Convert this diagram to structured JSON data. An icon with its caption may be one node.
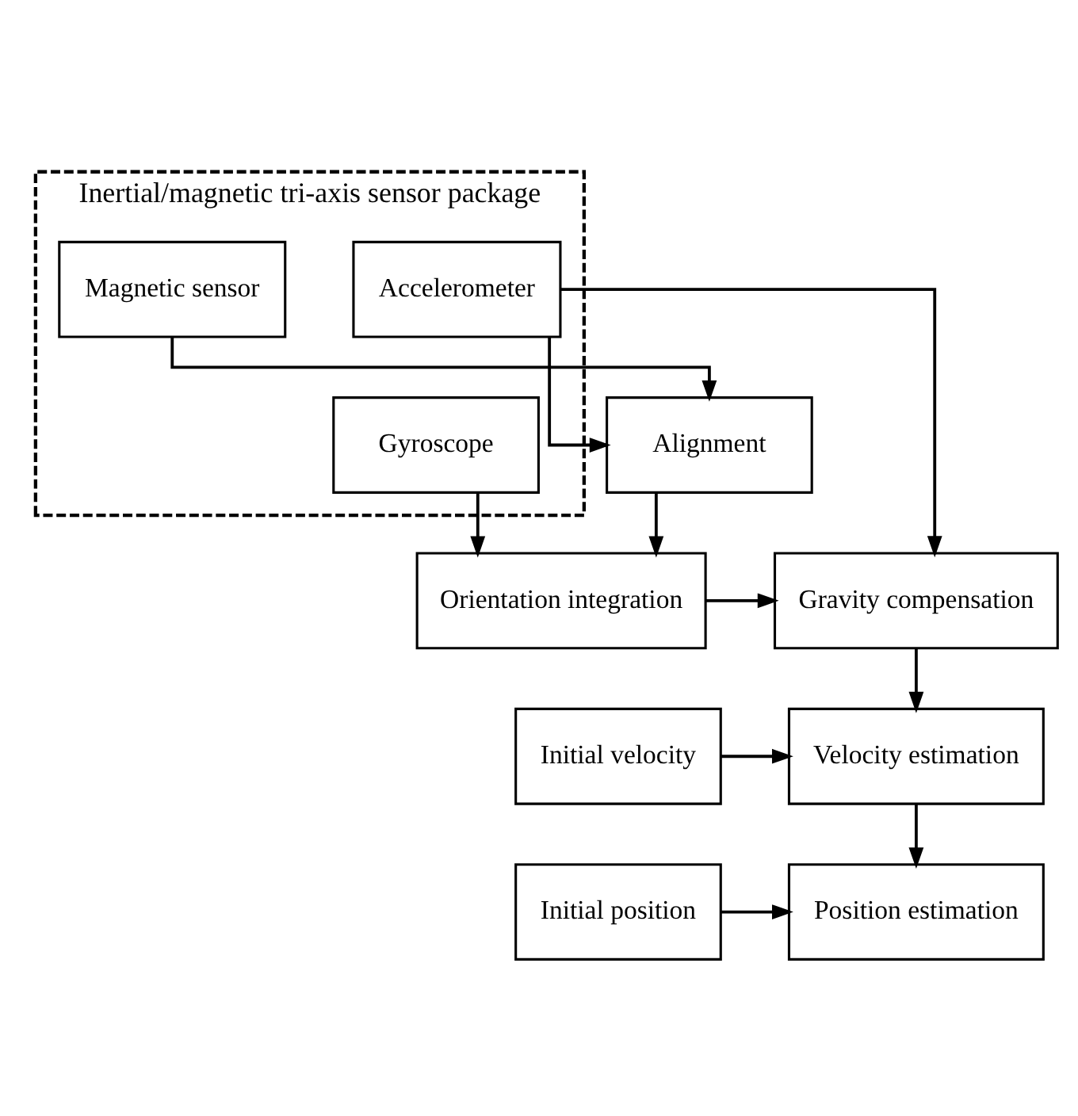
{
  "diagram": {
    "nodes": [
      {
        "text": [
          "Inertial/magnetic tri-axis sensor package"
        ]
      },
      {
        "text": [
          "Gyroscope"
        ],
        "in": 0
      },
      {
        "text": [
          "Magnetic sensor"
        ],
        "in": 0
      },
      {
        "text": [
          "Accelerometer"
        ],
        "in": 0
      },
      {
        "text": [
          "Alignment"
        ]
      },
      {
        "text": [
          "Orientation integration"
        ]
      },
      {
        "text": [
          "Gravity compensation"
        ]
      },
      {
        "text": [
          "Initial velocity"
        ]
      },
      {
        "text": [
          "Velocity estimation"
        ]
      },
      {
        "text": [
          "Initial position"
        ]
      },
      {
        "text": [
          "Position estimation"
        ]
      }
    ],
    "edges": [
      {
        "from": 2,
        "to": 4,
        "arrow": "to"
      },
      {
        "from": 3,
        "to": 4,
        "arrow": "to"
      },
      {
        "from": 3,
        "to": 6,
        "arrow": "to"
      },
      {
        "from": 4,
        "to": 5,
        "arrow": "to"
      },
      {
        "from": 1,
        "to": 5,
        "arrow": "to"
      },
      {
        "from": 5,
        "to": 6,
        "arrow": "to"
      },
      {
        "from": 6,
        "to": 8,
        "arrow": "to"
      },
      {
        "from": 7,
        "to": 8,
        "arrow": "to"
      },
      {
        "from": 8,
        "to": 10,
        "arrow": "to"
      },
      {
        "from": 9,
        "to": 10,
        "arrow": "to"
      }
    ]
  }
}
